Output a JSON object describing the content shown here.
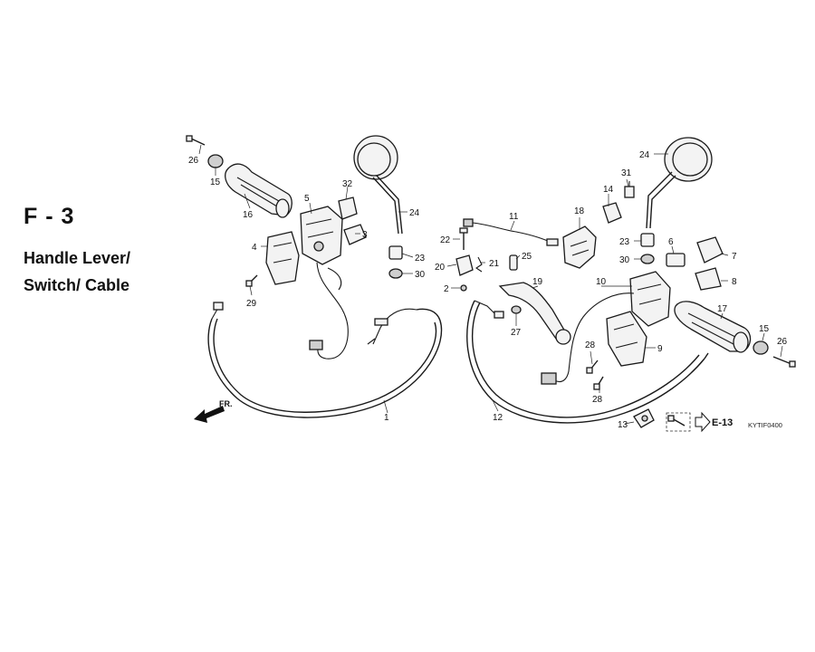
{
  "section_code": "F - 3",
  "title_lines": [
    "Handle Lever/",
    "Switch/ Cable"
  ],
  "direction_label": "FR.",
  "reference_label": "E-13",
  "drawing_code": "KYTIF0400",
  "callouts": {
    "c26_left": "26",
    "c15_left": "15",
    "c16": "16",
    "c5": "5",
    "c32": "32",
    "c3": "3",
    "c4": "4",
    "c29": "29",
    "c24_left": "24",
    "c23_left": "23",
    "c30_left": "30",
    "c1": "1",
    "c11": "11",
    "c22": "22",
    "c20": "20",
    "c21": "21",
    "c25": "25",
    "c2": "2",
    "c19": "19",
    "c27": "27",
    "c12": "12",
    "c18": "18",
    "c14": "14",
    "c31": "31",
    "c24_right": "24",
    "c23_right": "23",
    "c6": "6",
    "c7": "7",
    "c30_right": "30",
    "c8": "8",
    "c10": "10",
    "c17": "17",
    "c15_right": "15",
    "c26_right": "26",
    "c28a": "28",
    "c28b": "28",
    "c9": "9",
    "c13": "13"
  }
}
